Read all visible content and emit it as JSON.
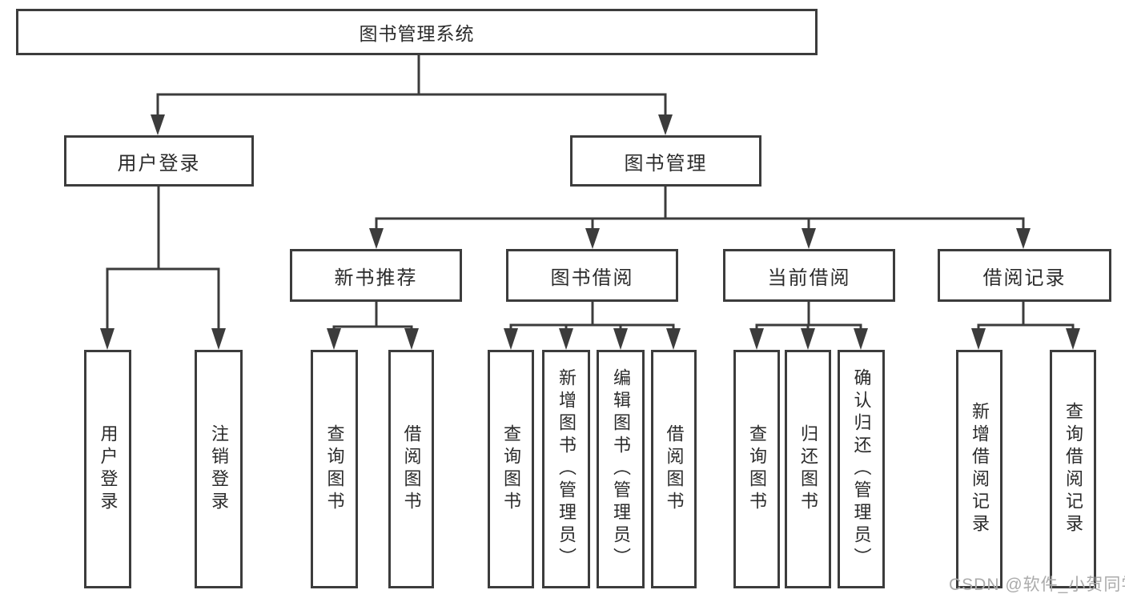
{
  "watermark": "CSDN @软件_小贺同学",
  "colors": {
    "line": "#3c3c3c",
    "text": "#2b2b2b",
    "background": "#ffffff",
    "watermark": "#ababab"
  },
  "tree": {
    "label": "图书管理系统",
    "children": [
      {
        "label": "用户登录",
        "children": [
          {
            "label": "用户登录"
          },
          {
            "label": "注销登录"
          }
        ]
      },
      {
        "label": "图书管理",
        "children": [
          {
            "label": "新书推荐",
            "children": [
              {
                "label": "查询图书"
              },
              {
                "label": "借阅图书"
              }
            ]
          },
          {
            "label": "图书借阅",
            "children": [
              {
                "label": "查询图书"
              },
              {
                "label": "新增图书（管理员）"
              },
              {
                "label": "编辑图书（管理员）"
              },
              {
                "label": "借阅图书"
              }
            ]
          },
          {
            "label": "当前借阅",
            "children": [
              {
                "label": "查询图书"
              },
              {
                "label": "归还图书"
              },
              {
                "label": "确认归还（管理员）"
              }
            ]
          },
          {
            "label": "借阅记录",
            "children": [
              {
                "label": "新增借阅记录"
              },
              {
                "label": "查询借阅记录"
              }
            ]
          }
        ]
      }
    ]
  }
}
